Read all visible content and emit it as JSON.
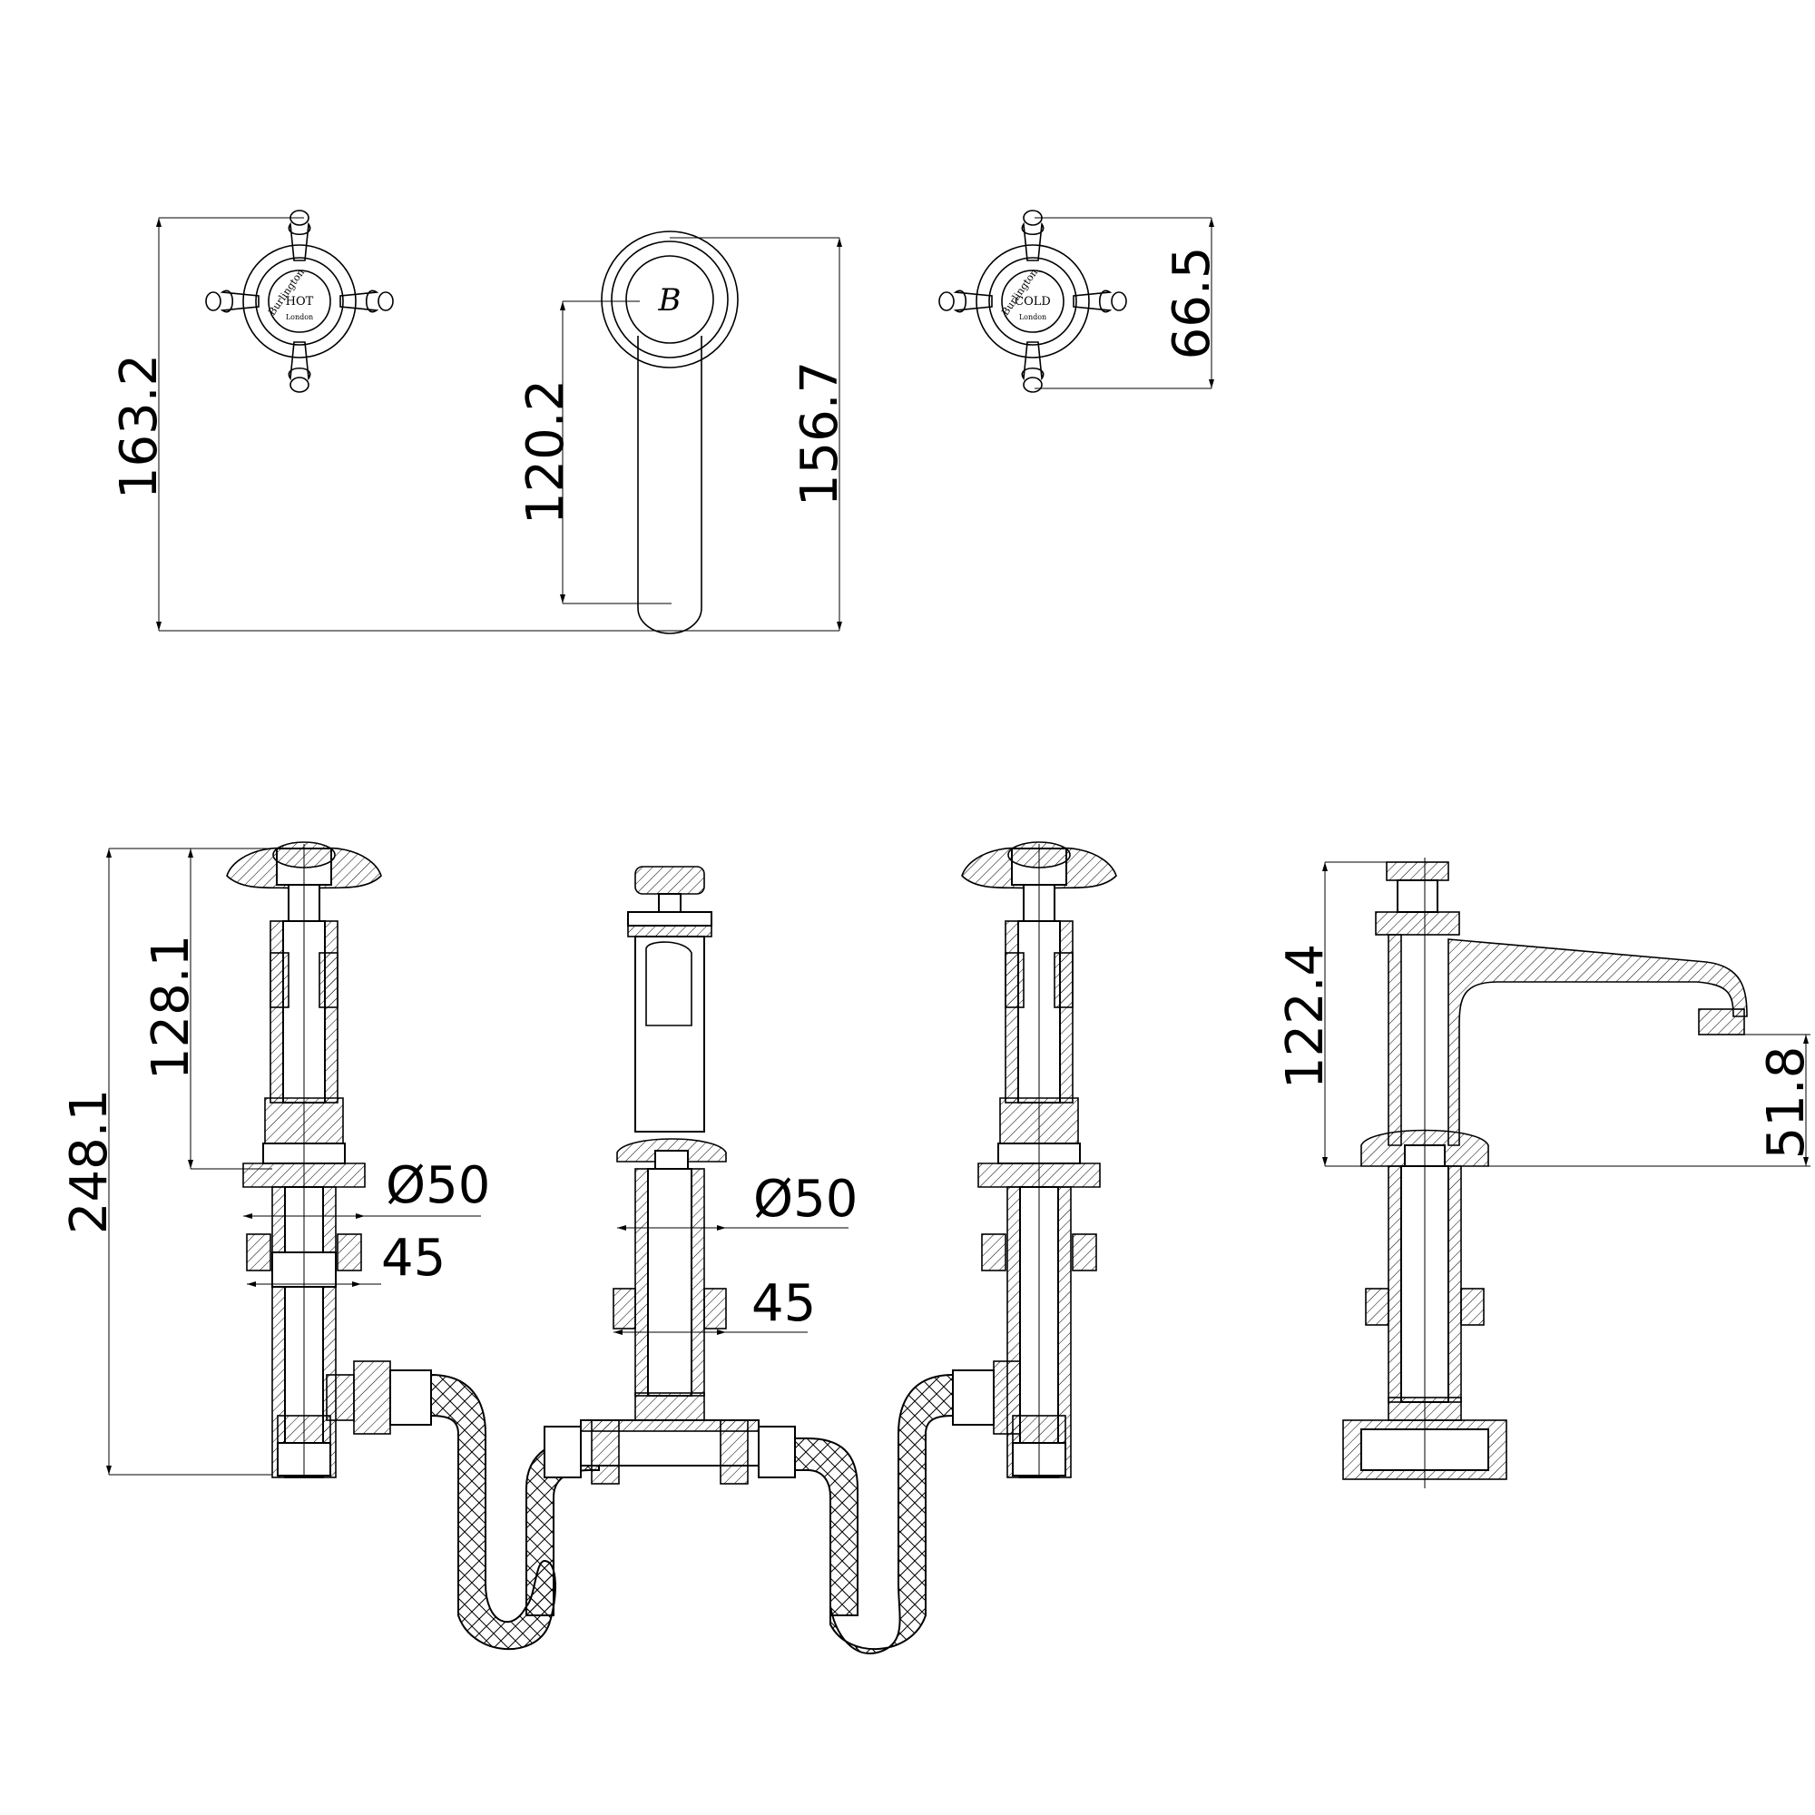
{
  "drawing": {
    "plan_view": {
      "dimensions": {
        "overall_height": "163.2",
        "spout_length": "120.2",
        "spout_height": "156.7",
        "handle_height": "66.5"
      },
      "hot_handle": {
        "brand": "Burlington",
        "label": "HOT",
        "city": "London"
      },
      "cold_handle": {
        "brand": "Burlington",
        "label": "COLD",
        "city": "London"
      },
      "spout_logo": "B"
    },
    "elevation_view": {
      "dimensions": {
        "overall_height": "248.1",
        "above_deck_height": "128.1",
        "left_flange_diameter": "Ø50",
        "left_shank_diameter": "45",
        "center_flange_diameter": "Ø50",
        "center_shank_diameter": "45"
      }
    },
    "side_view": {
      "dimensions": {
        "height": "122.4",
        "spout_outlet_height": "51.8"
      }
    }
  }
}
